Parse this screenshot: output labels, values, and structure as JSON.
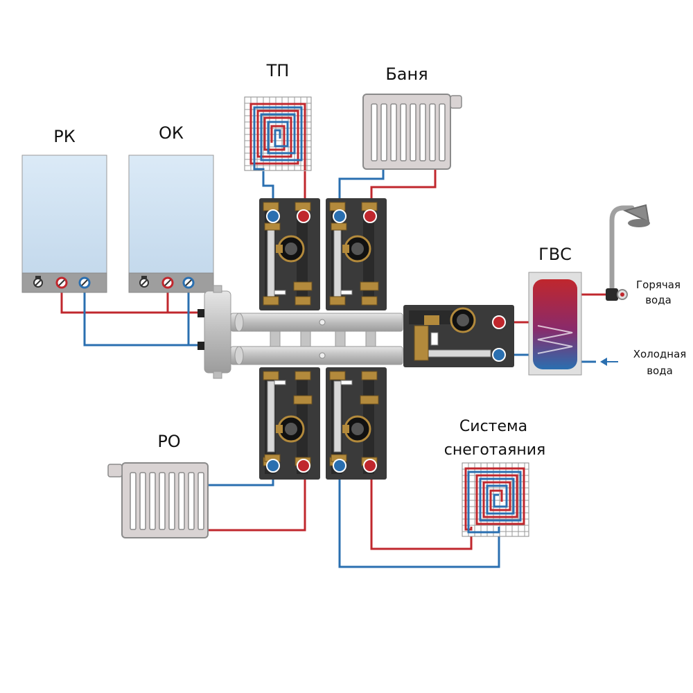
{
  "labels": {
    "rk": "РК",
    "ok": "ОК",
    "tp": "ТП",
    "banya": "Баня",
    "gvs": "ГВС",
    "hot_water_1": "Горячая",
    "hot_water_2": "вода",
    "cold_water_1": "Холодная",
    "cold_water_2": "вода",
    "ro": "РО",
    "snow_1": "Система",
    "snow_2": "снеготаяния"
  },
  "colors": {
    "hot": "#c0272d",
    "cold": "#2a6fb0",
    "module": "#3a3a3a",
    "brass": "#b38a3c",
    "manifold": "#c9c9c9",
    "boiler": "#dbeaf7",
    "radiator": "#d9d3d3"
  }
}
